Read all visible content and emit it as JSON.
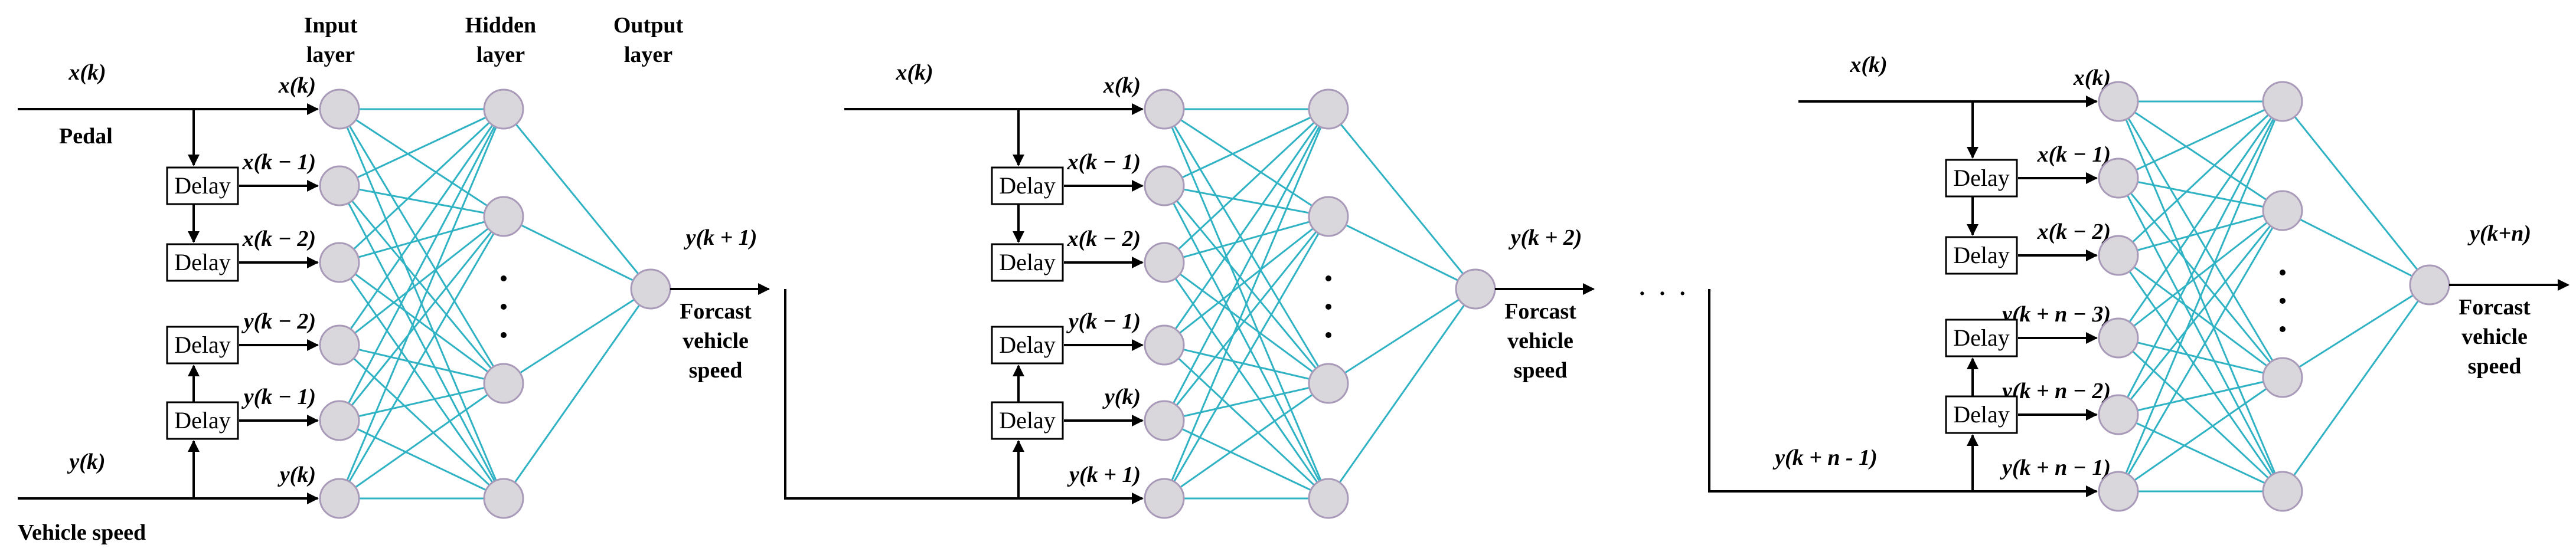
{
  "headers": {
    "input": [
      "Input",
      "layer"
    ],
    "hidden": [
      "Hidden",
      "layer"
    ],
    "output": [
      "Output",
      "layer"
    ]
  },
  "delay_label": "Delay",
  "pedal": "Pedal",
  "vehicle_speed": "Vehicle speed",
  "forecast": [
    "Forcast",
    "vehicle",
    "speed"
  ],
  "between_dots": "· · ·",
  "nets": [
    {
      "outer_top": "x(k)",
      "outer_bottom": "y(k)",
      "inputs": [
        "x(k)",
        "x(k − 1)",
        "x(k − 2)",
        "y(k − 2)",
        "y(k − 1)",
        "y(k)"
      ],
      "output": "y(k + 1)"
    },
    {
      "outer_top": "x(k)",
      "inputs": [
        "x(k)",
        "x(k − 1)",
        "x(k − 2)",
        "y(k − 1)",
        "y(k)",
        "y(k + 1)"
      ],
      "output": "y(k + 2)"
    },
    {
      "outer_top": "x(k)",
      "outer_bottom": "y(k + n - 1)",
      "inputs": [
        "x(k)",
        "x(k − 1)",
        "x(k − 2)",
        "y(k + n − 3)",
        "y(k + n − 2)",
        "y(k + n − 1)"
      ],
      "output": "y(k+n)"
    }
  ]
}
